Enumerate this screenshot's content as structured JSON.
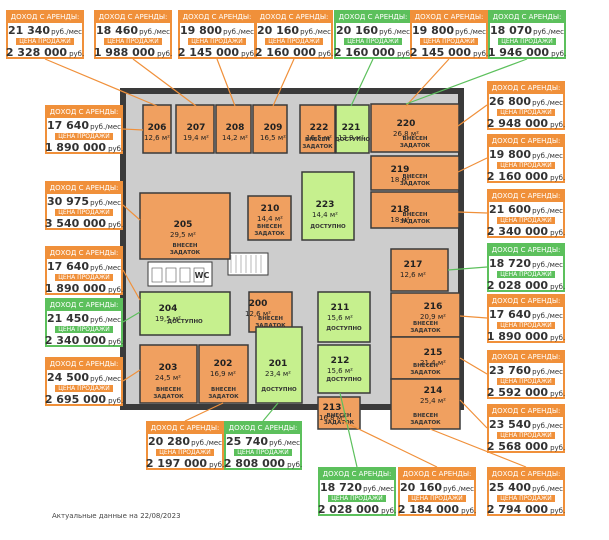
{
  "colors": {
    "wall": "#3a3a3a",
    "corridor": "#cdcdcd",
    "rented": "#f0a060",
    "available": "#c6f08e",
    "accent_orange": "#f0903a",
    "accent_green": "#5cc05c"
  },
  "floor_labels": {
    "wc": "WC",
    "rented_status": "ВНЕСЕН ЗАДАТОК",
    "available_status": "ДОСТУПНО"
  },
  "rooms": [
    {
      "number": "206",
      "area": "12,6 м²",
      "status": ""
    },
    {
      "number": "207",
      "area": "19,4 м²",
      "status": ""
    },
    {
      "number": "208",
      "area": "14,2 м²",
      "status": ""
    },
    {
      "number": "209",
      "area": "16,5 м²",
      "status": ""
    },
    {
      "number": "222",
      "area": "16,5 м²",
      "status": "rented"
    },
    {
      "number": "221",
      "area": "13,9 м²",
      "status": "available"
    },
    {
      "number": "220",
      "area": "26,8 м²",
      "status": "rented"
    },
    {
      "number": "219",
      "area": "18 м²",
      "status": "rented"
    },
    {
      "number": "218",
      "area": "18 м²",
      "status": "rented"
    },
    {
      "number": "210",
      "area": "14,4 м²",
      "status": "rented"
    },
    {
      "number": "223",
      "area": "14,4 м²",
      "status": "available"
    },
    {
      "number": "205",
      "area": "29,5 м²",
      "status": "rented"
    },
    {
      "number": "217",
      "area": "12,6 м²",
      "status": ""
    },
    {
      "number": "216",
      "area": "20,9 м²",
      "status": "rented"
    },
    {
      "number": "204",
      "area": "19,5 м²",
      "status": "available"
    },
    {
      "number": "200",
      "area": "12,6 м²",
      "status": "rented"
    },
    {
      "number": "211",
      "area": "15,6 м²",
      "status": "available"
    },
    {
      "number": "215",
      "area": "21,4 м²",
      "status": "rented"
    },
    {
      "number": "203",
      "area": "24,5 м²",
      "status": "rented"
    },
    {
      "number": "202",
      "area": "16,9 м²",
      "status": "rented"
    },
    {
      "number": "201",
      "area": "23,4 м²",
      "status": "available"
    },
    {
      "number": "212",
      "area": "15,6 м²",
      "status": "available"
    },
    {
      "number": "214",
      "area": "25,4 м²",
      "status": "rented"
    },
    {
      "number": "213",
      "area": "16,8 м²",
      "status": "rented"
    }
  ],
  "callouts": [
    {
      "header": "ДОХОД С АРЕНДЫ:",
      "rent": "21 340",
      "rent_unit": "руб./мес",
      "price_header": "ЦЕНА ПРОДАЖИ",
      "price": "2 328 000",
      "price_unit": "руб.",
      "available": false
    },
    {
      "header": "ДОХОД С АРЕНДЫ:",
      "rent": "18 460",
      "rent_unit": "руб./мес",
      "price_header": "ЦЕНА ПРОДАЖИ",
      "price": "1 988 000",
      "price_unit": "руб.",
      "available": false
    },
    {
      "header": "ДОХОД С АРЕНДЫ:",
      "rent": "19 800",
      "rent_unit": "руб./мес",
      "price_header": "ЦЕНА ПРОДАЖИ",
      "price": "2 145 000",
      "price_unit": "руб.",
      "available": false
    },
    {
      "header": "ДОХОД С АРЕНДЫ:",
      "rent": "20 160",
      "rent_unit": "руб./мес",
      "price_header": "ЦЕНА ПРОДАЖИ",
      "price": "2 160 000",
      "price_unit": "руб.",
      "available": false
    },
    {
      "header": "ДОХОД С АРЕНДЫ:",
      "rent": "20 160",
      "rent_unit": "руб./мес",
      "price_header": "ЦЕНА ПРОДАЖИ",
      "price": "2 160 000",
      "price_unit": "руб.",
      "available": true
    },
    {
      "header": "ДОХОД С АРЕНДЫ:",
      "rent": "19 800",
      "rent_unit": "руб./мес",
      "price_header": "ЦЕНА ПРОДАЖИ",
      "price": "2 145 000",
      "price_unit": "руб.",
      "available": false
    },
    {
      "header": "ДОХОД С АРЕНДЫ:",
      "rent": "18 070",
      "rent_unit": "руб./мес",
      "price_header": "ЦЕНА ПРОДАЖИ",
      "price": "1 946 000",
      "price_unit": "руб.",
      "available": true
    },
    {
      "header": "ДОХОД С АРЕНДЫ:",
      "rent": "17 640",
      "rent_unit": "руб./мес",
      "price_header": "ЦЕНА ПРОДАЖИ",
      "price": "1 890 000",
      "price_unit": "руб.",
      "available": false
    },
    {
      "header": "ДОХОД С АРЕНДЫ:",
      "rent": "26 800",
      "rent_unit": "руб./мес",
      "price_header": "ЦЕНА ПРОДАЖИ",
      "price": "2 948 000",
      "price_unit": "руб.",
      "available": false
    },
    {
      "header": "ДОХОД С АРЕНДЫ:",
      "rent": "19 800",
      "rent_unit": "руб./мес",
      "price_header": "ЦЕНА ПРОДАЖИ",
      "price": "2 160 000",
      "price_unit": "руб.",
      "available": false
    },
    {
      "header": "ДОХОД С АРЕНДЫ:",
      "rent": "30 975",
      "rent_unit": "руб./мес",
      "price_header": "ЦЕНА ПРОДАЖИ",
      "price": "3 540 000",
      "price_unit": "руб.",
      "available": false
    },
    {
      "header": "ДОХОД С АРЕНДЫ:",
      "rent": "21 600",
      "rent_unit": "руб./мес",
      "price_header": "ЦЕНА ПРОДАЖИ",
      "price": "2 340 000",
      "price_unit": "руб.",
      "available": false
    },
    {
      "header": "ДОХОД С АРЕНДЫ:",
      "rent": "17 640",
      "rent_unit": "руб./мес",
      "price_header": "ЦЕНА ПРОДАЖИ",
      "price": "1 890 000",
      "price_unit": "руб.",
      "available": false
    },
    {
      "header": "ДОХОД С АРЕНДЫ:",
      "rent": "18 720",
      "rent_unit": "руб./мес",
      "price_header": "ЦЕНА ПРОДАЖИ",
      "price": "2 028 000",
      "price_unit": "руб.",
      "available": true
    },
    {
      "header": "ДОХОД С АРЕНДЫ:",
      "rent": "21 450",
      "rent_unit": "руб./мес",
      "price_header": "ЦЕНА ПРОДАЖИ",
      "price": "2 340 000",
      "price_unit": "руб.",
      "available": true
    },
    {
      "header": "ДОХОД С АРЕНДЫ:",
      "rent": "17 640",
      "rent_unit": "руб./мес",
      "price_header": "ЦЕНА ПРОДАЖИ",
      "price": "1 890 000",
      "price_unit": "руб.",
      "available": false
    },
    {
      "header": "ДОХОД С АРЕНДЫ:",
      "rent": "24 500",
      "rent_unit": "руб./мес",
      "price_header": "ЦЕНА ПРОДАЖИ",
      "price": "2 695 000",
      "price_unit": "руб.",
      "available": false
    },
    {
      "header": "ДОХОД С АРЕНДЫ:",
      "rent": "23 760",
      "rent_unit": "руб./мес",
      "price_header": "ЦЕНА ПРОДАЖИ",
      "price": "2 592 000",
      "price_unit": "руб.",
      "available": false
    },
    {
      "header": "ДОХОД С АРЕНДЫ:",
      "rent": "20 280",
      "rent_unit": "руб./мес",
      "price_header": "ЦЕНА ПРОДАЖИ",
      "price": "2 197 000",
      "price_unit": "руб.",
      "available": false
    },
    {
      "header": "ДОХОД С АРЕНДЫ:",
      "rent": "25 740",
      "rent_unit": "руб./мес",
      "price_header": "ЦЕНА ПРОДАЖИ",
      "price": "2 808 000",
      "price_unit": "руб.",
      "available": true
    },
    {
      "header": "ДОХОД С АРЕНДЫ:",
      "rent": "23 540",
      "rent_unit": "руб./мес",
      "price_header": "ЦЕНА ПРОДАЖИ",
      "price": "2 568 000",
      "price_unit": "руб.",
      "available": false
    },
    {
      "header": "ДОХОД С АРЕНДЫ:",
      "rent": "18 720",
      "rent_unit": "руб./мес",
      "price_header": "ЦЕНА ПРОДАЖИ",
      "price": "2 028 000",
      "price_unit": "руб.",
      "available": true
    },
    {
      "header": "ДОХОД С АРЕНДЫ:",
      "rent": "20 160",
      "rent_unit": "руб./мес",
      "price_header": "ЦЕНА ПРОДАЖИ",
      "price": "2 184 000",
      "price_unit": "руб.",
      "available": false
    },
    {
      "header": "ДОХОД С АРЕНДЫ:",
      "rent": "25 400",
      "rent_unit": "руб./мес",
      "price_header": "ЦЕНА ПРОДАЖИ",
      "price": "2 794 000",
      "price_unit": "руб.",
      "available": false
    }
  ],
  "footer": "Актуальные данные на 22/08/2023"
}
